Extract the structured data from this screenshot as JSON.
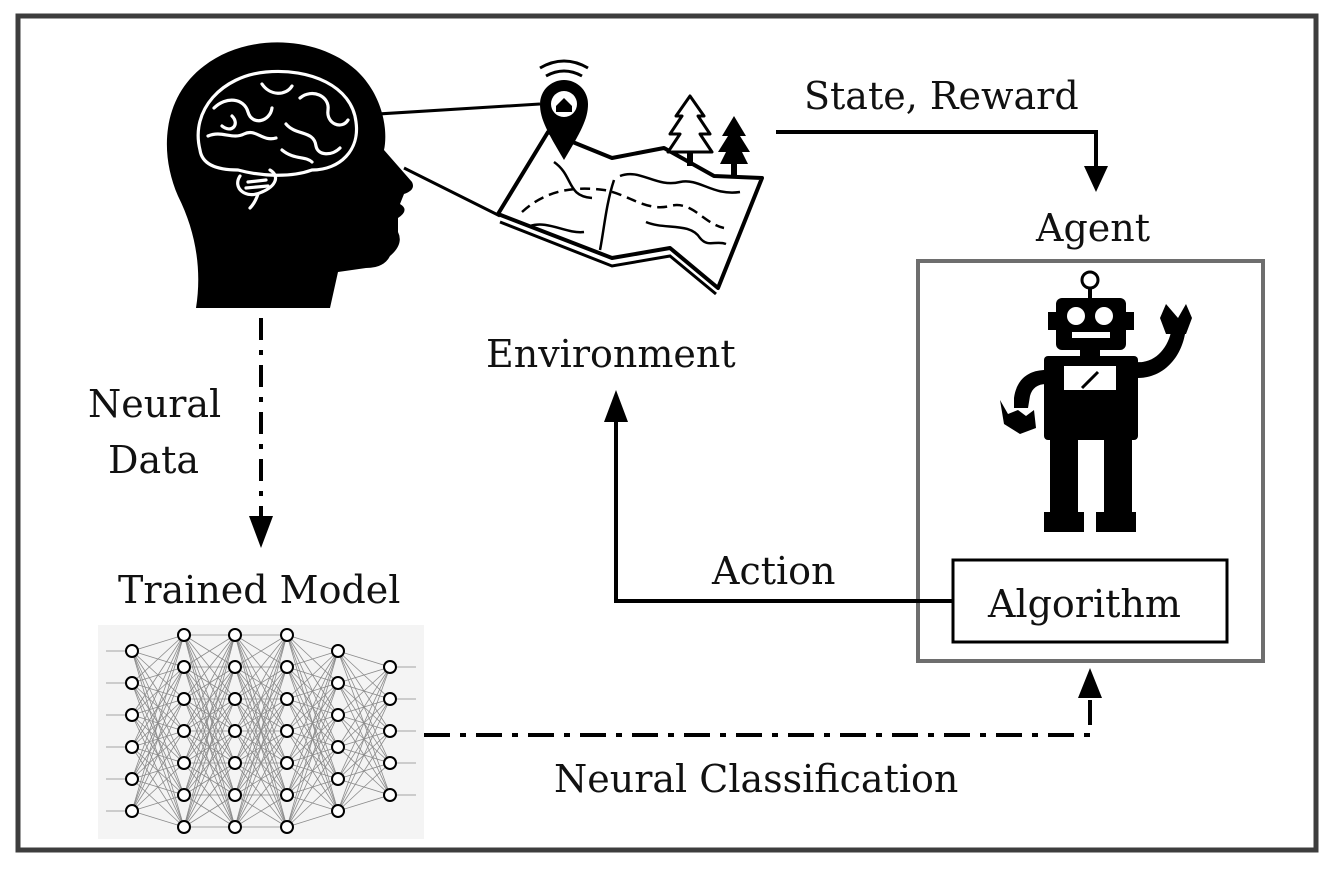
{
  "labels": {
    "state_reward": "State, Reward",
    "agent": "Agent",
    "environment": "Environment",
    "neural_data_line1": "Neural",
    "neural_data_line2": "Data",
    "trained_model": "Trained Model",
    "action": "Action",
    "algorithm": "Algorithm",
    "neural_classification": "Neural Classification"
  },
  "colors": {
    "frame": "#3d3d3d",
    "agent_box": "#6e6e6e",
    "ink": "#000000",
    "network_bg": "#f4f4f4",
    "network_lines": "#8a8a8a"
  },
  "icons": {
    "head": "human-head-with-brain-icon",
    "environment": "map-with-location-pin-and-trees-icon",
    "agent": "robot-icon",
    "model": "neural-network-icon"
  },
  "network": {
    "layer_sizes": [
      6,
      7,
      7,
      7,
      6,
      5
    ]
  }
}
